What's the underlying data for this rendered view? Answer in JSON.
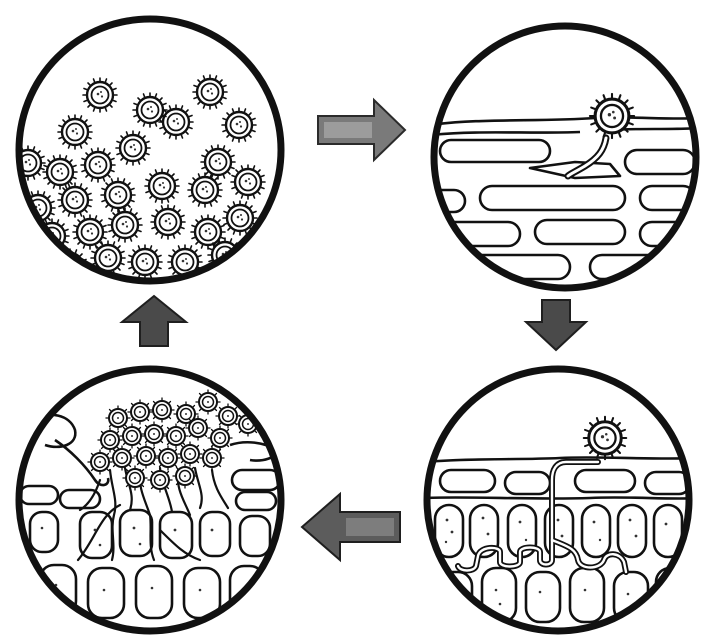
{
  "diagram": {
    "kind": "cycle",
    "panel_count": 4,
    "arrow_count": 4,
    "colors": {
      "ink": "#111111",
      "paper": "#ffffff",
      "arrow_fill": "#555555",
      "arrow_dark": "#2b2b2b",
      "cell_fill": "#ffffff",
      "nucleus_dots": "#333333"
    },
    "panels": [
      {
        "id": "spores-mass",
        "icon": "spore-cluster-icon"
      },
      {
        "id": "spore-germination",
        "icon": "germinating-spore-icon"
      },
      {
        "id": "hypha-penetration",
        "icon": "hypha-penetration-icon"
      },
      {
        "id": "sporulation",
        "icon": "sporulating-mycelium-icon"
      }
    ],
    "arrows": [
      {
        "from": "spores-mass",
        "to": "spore-germination",
        "direction": "right"
      },
      {
        "from": "spore-germination",
        "to": "hypha-penetration",
        "direction": "down"
      },
      {
        "from": "hypha-penetration",
        "to": "sporulation",
        "direction": "left"
      },
      {
        "from": "sporulation",
        "to": "spores-mass",
        "direction": "up"
      }
    ]
  }
}
